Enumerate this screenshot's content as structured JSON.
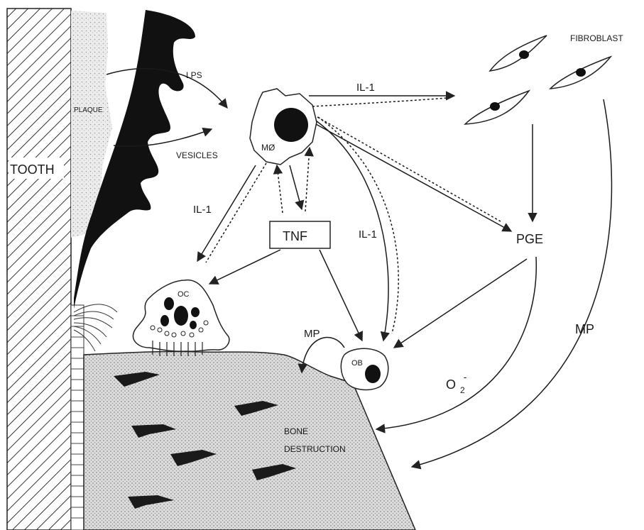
{
  "labels": {
    "tooth": "TOOTH",
    "plaque": "PLAQUE",
    "lps": "LPS",
    "vesicles": "VESICLES",
    "macrophage": "MØ",
    "fibroblast": "FIBROBLAST",
    "il1_top": "IL-1",
    "il1_left": "IL-1",
    "il1_mid": "IL-1",
    "tnf": "TNF",
    "pge": "PGE",
    "osteoclast": "OC",
    "osteoblast": "OB",
    "mp_left": "MP",
    "mp_right": "MP",
    "superoxide_o": "O",
    "superoxide_sub": "2",
    "superoxide_sup": "-",
    "bone": "BONE",
    "destruction": "DESTRUCTION"
  }
}
